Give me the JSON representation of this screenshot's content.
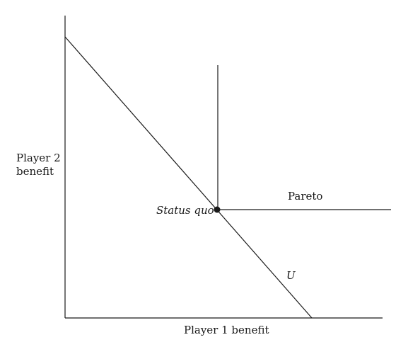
{
  "axes": {
    "x_label": "Player 1 benefit",
    "y_label_line1": "Player 2",
    "y_label_line2": "benefit"
  },
  "labels": {
    "status_quo": "Status quo",
    "pareto": "Pareto",
    "utility_frontier": "U"
  },
  "colors": {
    "ink": "#1a1a1a",
    "background": "#ffffff"
  }
}
